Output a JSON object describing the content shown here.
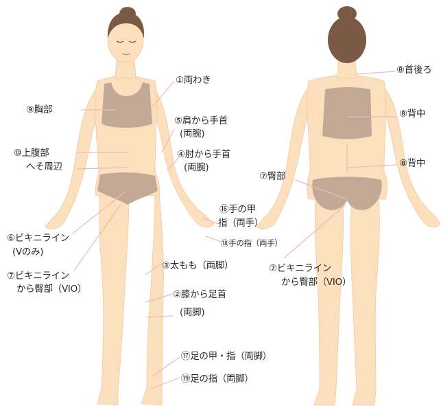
{
  "colors": {
    "skin": "#fce0bd",
    "skin_shade": "#f1c9a0",
    "clothing": "#c2a996",
    "hair": "#7a5a44",
    "leader_line": "#efb7bd",
    "text": "#2a2a2a"
  },
  "front_labels": {
    "armpit": "①両わき",
    "chest": "⑨胸部",
    "shoulder_to_wrist": "⑤肩から手首",
    "shoulder_to_wrist_note": "(両腕)",
    "elbow_to_wrist": "④肘から手首",
    "elbow_to_wrist_note": "(両腕)",
    "upper_abdomen": "⑩上腹部",
    "navel_area": "へそ周辺",
    "hand_back": "⑯手の甲",
    "hand_back_note": "指（両手）",
    "fingers": "⑱手の指（両手）",
    "bikini_v": "⑥ビキニライン",
    "bikini_v_note": "(Vのみ)",
    "bikini_to_hip": "⑦ビキニライン",
    "bikini_to_hip_note": "から臀部（VIO）",
    "thigh": "③太もも（両脚）",
    "knee_to_ankle": "②膝から足首",
    "knee_to_ankle_note": "(両脚)",
    "foot_back": "⑰足の甲・指（両脚）",
    "toes": "⑲足の指（両脚）"
  },
  "back_labels": {
    "neck_back": "⑧首後ろ",
    "upper_back": "⑧背中",
    "lower_back": "⑧背中",
    "buttocks": "⑦臀部",
    "bikini_to_hip": "⑦ビキニライン",
    "bikini_to_hip_note": "から臀部（VIO）"
  }
}
